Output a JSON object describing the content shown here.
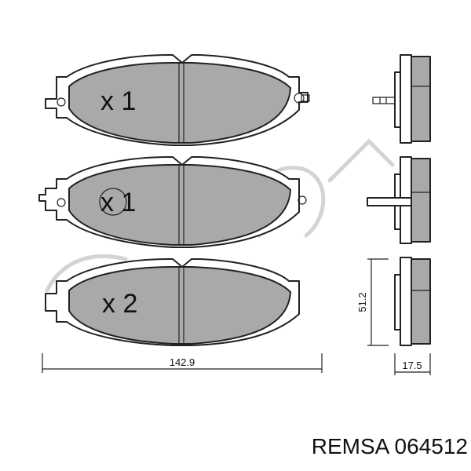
{
  "pads": {
    "top": {
      "quantity": "x 1"
    },
    "middle": {
      "quantity": "x 1"
    },
    "bottom": {
      "quantity": "x 2"
    }
  },
  "dimensions": {
    "width": "142.9",
    "height": "51.2",
    "thickness": "17.5"
  },
  "caption": "REMSA 064512",
  "colors": {
    "friction_material": "#a9a9a9",
    "outline": "#222222",
    "watermark": "#d4d4d4"
  }
}
